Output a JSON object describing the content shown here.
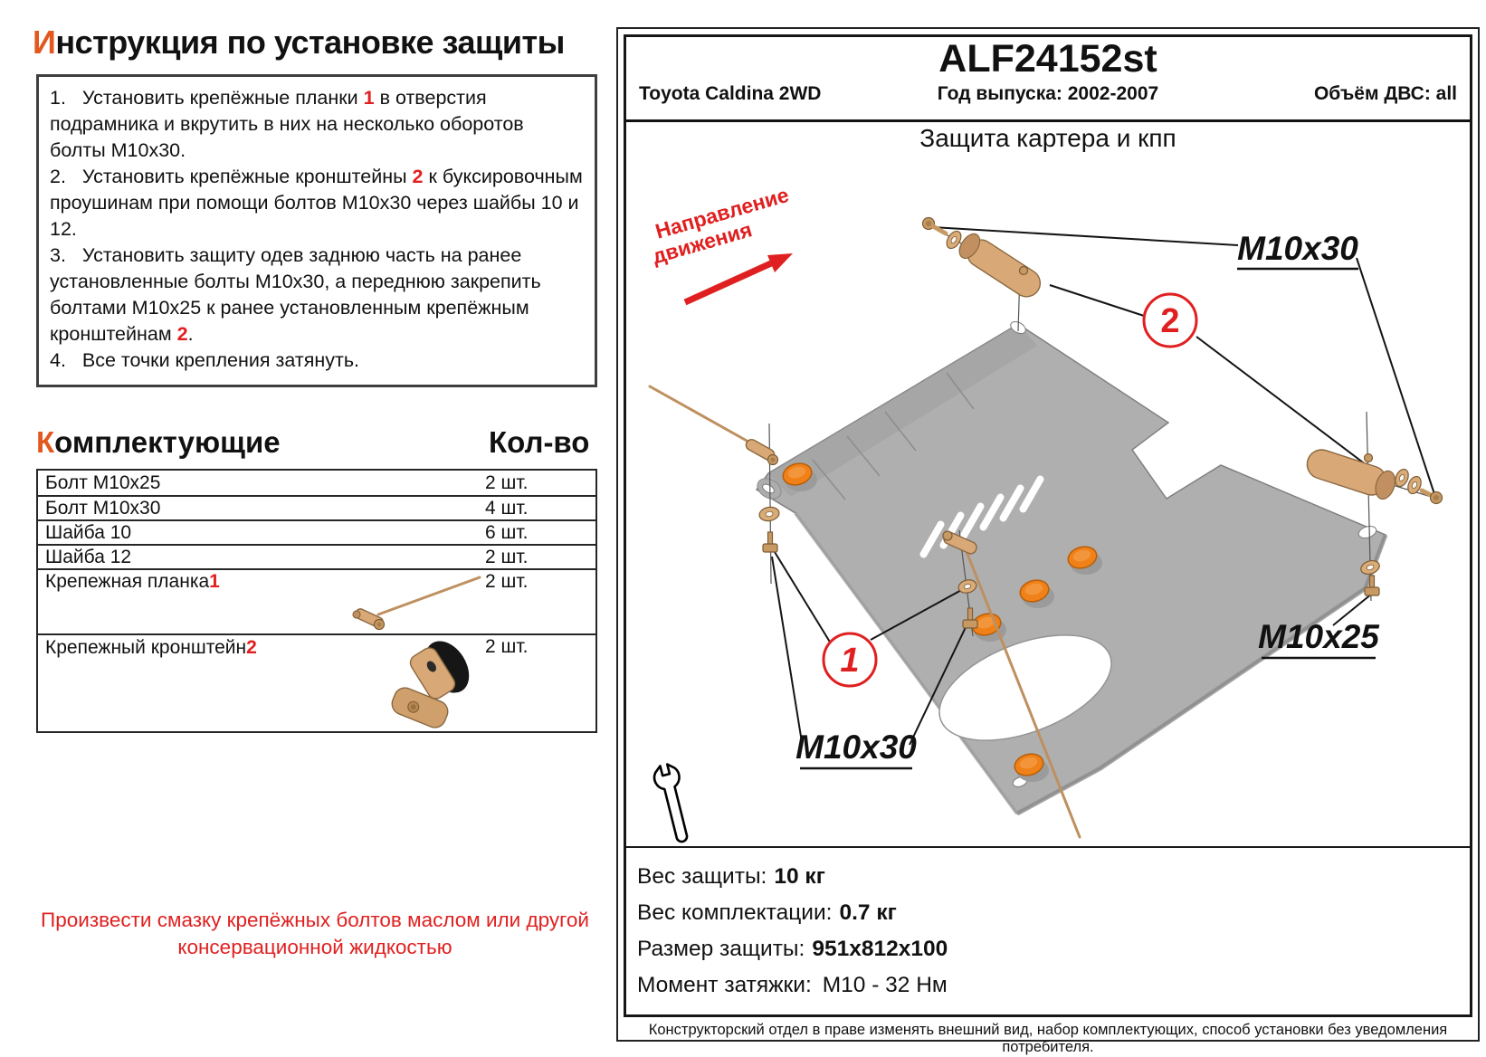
{
  "left": {
    "title": {
      "accent": "И",
      "rest": "нструкция по установке защиты"
    },
    "instructions": [
      {
        "pre": "1.   Установить крепёжные планки ",
        "ref": "1",
        "post": " в отверстия подрамника и вкрутить в них на несколько оборотов болты М10х30."
      },
      {
        "pre": "2.   Установить крепёжные кронштейны ",
        "ref": "2",
        "post": " к буксировочным проушинам при помощи болтов М10х30 через шайбы 10 и 12."
      },
      {
        "pre": "3.   Установить защиту одев заднюю часть на ранее установленные болты М10х30, а переднюю закрепить болтами М10х25 к ранее установленным крепёжным кронштейнам ",
        "ref": "2",
        "post": "."
      },
      {
        "pre": "4.   Все точки крепления затянуть.",
        "ref": "",
        "post": ""
      }
    ],
    "parts_header": {
      "accent": "К",
      "rest": "омплектующие",
      "qty": "Кол-во"
    },
    "parts": [
      {
        "name": "Болт М10х25",
        "ref": "",
        "qty": "2 шт."
      },
      {
        "name": "Болт М10х30",
        "ref": "",
        "qty": "4 шт."
      },
      {
        "name": "Шайба 10",
        "ref": "",
        "qty": "6 шт."
      },
      {
        "name": "Шайба 12",
        "ref": "",
        "qty": "2 шт."
      },
      {
        "name": "Крепежная планка ",
        "ref": "1",
        "qty": "2 шт."
      },
      {
        "name": "Крепежный кронштейн ",
        "ref": "2",
        "qty": "2 шт."
      }
    ],
    "grease_note_line1": "Произвести смазку крепёжных болтов маслом или другой",
    "grease_note_line2": "консервационной жидкостью"
  },
  "panel": {
    "part_code": "ALF24152st",
    "vehicle": "Toyota Caldina 2WD",
    "year": "Год выпуска: 2002-2007",
    "engine": "Объём ДВС: all",
    "subtitle": "Защита картера и кпп",
    "drawing": {
      "direction_line1": "Направление",
      "direction_line2": "движения",
      "label_top": "M10x30",
      "label_bottom": "M10x30",
      "label_right": "M10x25",
      "callout_1": "1",
      "callout_2": "2"
    },
    "specs": [
      {
        "label": "Вес защиты:",
        "value": "10 кг"
      },
      {
        "label": "Вес комплектации:",
        "value": "0.7 кг"
      },
      {
        "label": "Размер защиты:",
        "value": "951х812х100"
      },
      {
        "label": "Момент затяжки:",
        "value": "М10 - 32 Нм"
      }
    ],
    "footer": "Конструкторский отдел в праве изменять внешний вид, набор комплектующих, способ установки без уведомления потребителя."
  },
  "colors": {
    "accent_orange": "#E2581E",
    "callout_red": "#E02020",
    "hardware_tan": "#D9A877",
    "plate_gray": "#AFAFAF",
    "plug_orange": "#F08119"
  }
}
